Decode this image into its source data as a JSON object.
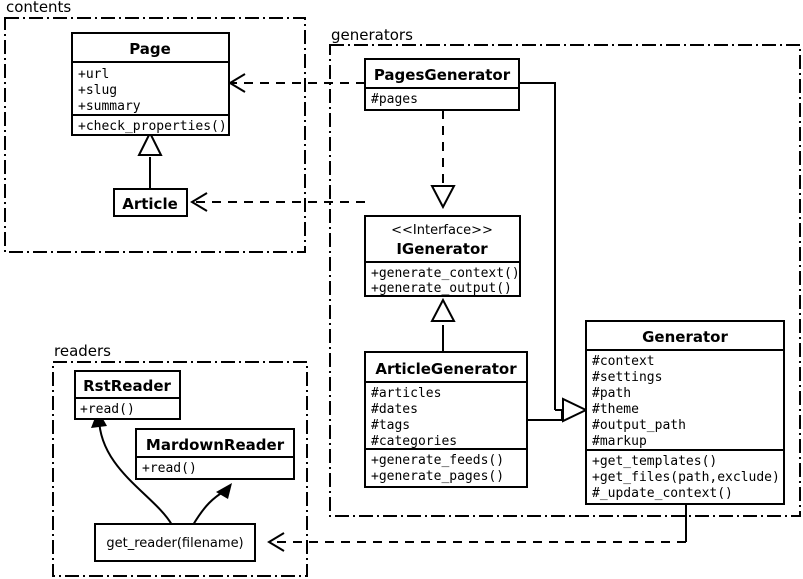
{
  "diagram": {
    "title": "UML class diagram",
    "background": "#ffffff",
    "line_color": "#000000"
  },
  "packages": [
    {
      "id": "contents",
      "label": "contents"
    },
    {
      "id": "generators",
      "label": "generators"
    },
    {
      "id": "readers",
      "label": "readers"
    }
  ],
  "classes": {
    "page": {
      "name": "Page",
      "attributes": [
        "+url",
        "+slug",
        "+summary"
      ],
      "methods": [
        "+check_properties()"
      ]
    },
    "article": {
      "name": "Article",
      "attributes": [],
      "methods": []
    },
    "pages_generator": {
      "name": "PagesGenerator",
      "attributes": [
        "#pages"
      ],
      "methods": []
    },
    "igenerator": {
      "stereotype": "<<Interface>>",
      "name": "IGenerator",
      "attributes": [],
      "methods": [
        "+generate_context()",
        "+generate_output()"
      ]
    },
    "article_generator": {
      "name": "ArticleGenerator",
      "attributes": [
        "#articles",
        "#dates",
        "#tags",
        "#categories"
      ],
      "methods": [
        "+generate_feeds()",
        "+generate_pages()"
      ]
    },
    "generator": {
      "name": "Generator",
      "attributes": [
        "#context",
        "#settings",
        "#path",
        "#theme",
        "#output_path",
        "#markup"
      ],
      "methods": [
        "+get_templates()",
        "+get_files(path,exclude)",
        "#_update_context()"
      ]
    },
    "get_reader": {
      "name": "get_reader(filename)",
      "attributes": [],
      "methods": []
    },
    "rst_reader": {
      "name": "RstReader",
      "attributes": [],
      "methods": [
        "+read()"
      ]
    },
    "mardown_reader": {
      "name": "MardownReader",
      "attributes": [],
      "methods": [
        "+read()"
      ]
    }
  },
  "relations": [
    {
      "id": "article-generalizes-page",
      "from": "Article",
      "to": "Page",
      "type": "generalization"
    },
    {
      "id": "articlegenerator-realizes-igenerator",
      "from": "ArticleGenerator",
      "to": "IGenerator",
      "type": "generalization"
    },
    {
      "id": "pagesgenerator-realizes-igenerator",
      "from": "PagesGenerator",
      "to": "IGenerator",
      "type": "realization"
    },
    {
      "id": "pagesgenerator-extends-generator",
      "from": "PagesGenerator",
      "to": "Generator",
      "type": "generalization"
    },
    {
      "id": "articlegenerator-extends-generator",
      "from": "ArticleGenerator",
      "to": "Generator",
      "type": "generalization"
    },
    {
      "id": "pagesgenerator-depends-page",
      "from": "PagesGenerator",
      "to": "Page",
      "type": "dependency"
    },
    {
      "id": "articlegenerator-depends-article",
      "from": "ArticleGenerator",
      "to": "Article",
      "type": "dependency"
    },
    {
      "id": "generator-depends-get-reader",
      "from": "Generator",
      "to": "get_reader(filename)",
      "type": "dependency"
    },
    {
      "id": "get-reader-returns-rstreader",
      "from": "get_reader(filename)",
      "to": "RstReader",
      "type": "association"
    },
    {
      "id": "get-reader-returns-mardownreader",
      "from": "get_reader(filename)",
      "to": "MardownReader",
      "type": "association"
    }
  ]
}
